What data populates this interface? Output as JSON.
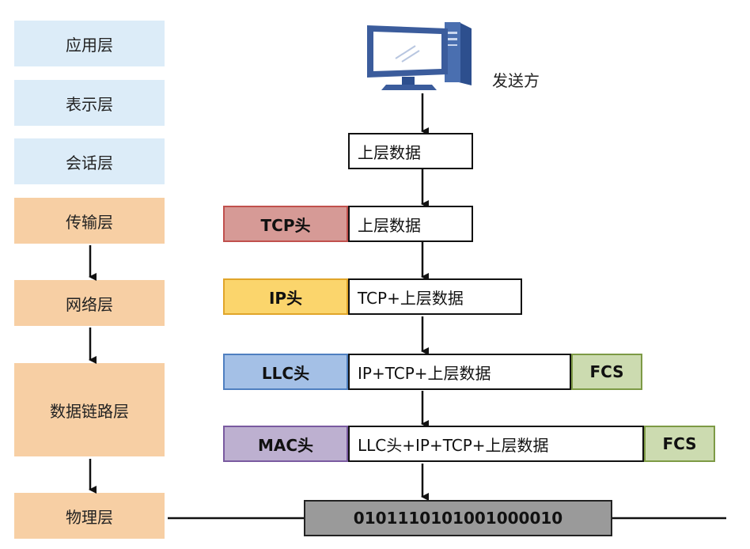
{
  "layers": [
    {
      "label": "应用层",
      "group": "upper"
    },
    {
      "label": "表示层",
      "group": "upper"
    },
    {
      "label": "会话层",
      "group": "upper"
    },
    {
      "label": "传输层",
      "group": "lower"
    },
    {
      "label": "网络层",
      "group": "lower"
    },
    {
      "label": "数据链路层",
      "group": "lower"
    },
    {
      "label": "物理层",
      "group": "lower"
    }
  ],
  "sender": {
    "label": "发送方",
    "icon": "computer-icon"
  },
  "app": {
    "data": "上层数据"
  },
  "transport": {
    "header": "TCP头",
    "data": "上层数据"
  },
  "network": {
    "header": "IP头",
    "data": "TCP+上层数据"
  },
  "llc": {
    "header": "LLC头",
    "data": "IP+TCP+上层数据",
    "trailer": "FCS"
  },
  "mac": {
    "header": "MAC头",
    "data": "LLC头+IP+TCP+上层数据",
    "trailer": "FCS"
  },
  "physical": {
    "bits": "0101110101001000010"
  },
  "colors": {
    "upper_layer": "#dcecf8",
    "lower_layer": "#f7cfa4",
    "tcp_header": "#d69a96",
    "ip_header": "#fbd56c",
    "llc_header": "#a4c0e6",
    "mac_header": "#bdb0d0",
    "fcs": "#ccdbb0",
    "bits": "#9a9a9a"
  }
}
